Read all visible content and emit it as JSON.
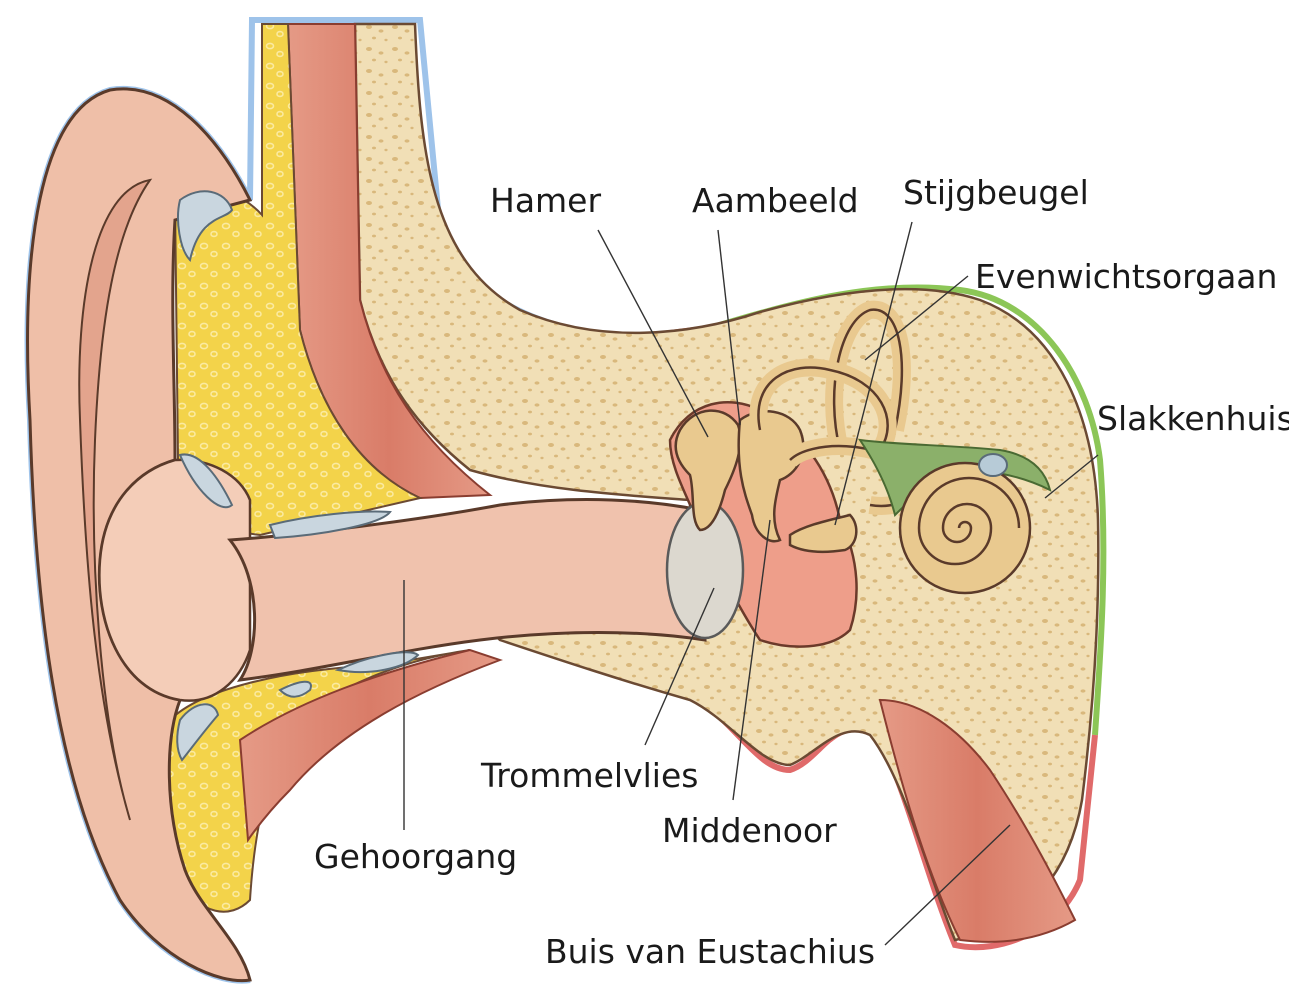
{
  "diagram": {
    "labels": {
      "hamer": "Hamer",
      "aambeeld": "Aambeeld",
      "stijgbeugel": "Stijgbeugel",
      "evenwichtsorgaan": "Evenwichtsorgaan",
      "slakkenhuis": "Slakkenhuis",
      "trommelvlies": "Trommelvlies",
      "middenoor": "Middenoor",
      "gehoorgang": "Gehoorgang",
      "buis_van_eustachius": "Buis van Eustachius"
    },
    "regions": {
      "outer_ear_outline": "#9ec3ea",
      "middle_ear_outline": "#e06a6a",
      "inner_ear_outline": "#8cc657"
    },
    "colors": {
      "skin": "#efbfa8",
      "skin_dark": "#e3a48d",
      "cartilage": "#f3d34a",
      "bone": "#f1dfb6",
      "bone_dots": "#d8b57a",
      "muscle": "#df8a78",
      "ossicle": "#e9c98f",
      "eardrum": "#dcd8cf",
      "nerve": "#8bb06a"
    }
  }
}
